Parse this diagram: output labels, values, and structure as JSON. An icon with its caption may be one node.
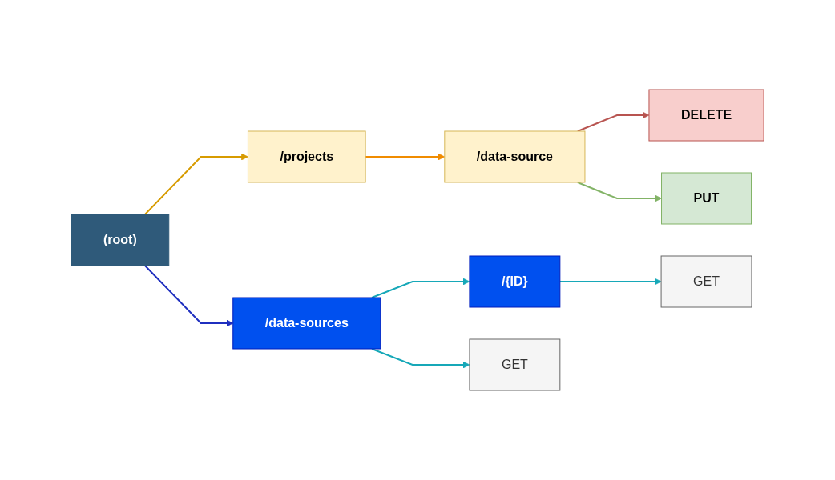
{
  "diagram": {
    "nodes": [
      {
        "text": [
          "(root)"
        ]
      },
      {
        "text": [
          "/projects"
        ]
      },
      {
        "text": [
          "/data-source"
        ]
      },
      {
        "text": [
          "DELETE"
        ]
      },
      {
        "text": [
          "PUT"
        ]
      },
      {
        "text": [
          "/data-sources"
        ]
      },
      {
        "text": [
          "/{ID}"
        ]
      },
      {
        "text": [
          "GET"
        ]
      },
      {
        "text": [
          "GET"
        ]
      }
    ],
    "edges": [
      {
        "from": 0,
        "to": 1,
        "arrow": "to",
        "color": "#d79b00"
      },
      {
        "from": 1,
        "to": 2,
        "arrow": "to",
        "color": "#f08c00"
      },
      {
        "from": 2,
        "to": 3,
        "arrow": "to",
        "color": "#b85450"
      },
      {
        "from": 2,
        "to": 4,
        "arrow": "to",
        "color": "#82b366"
      },
      {
        "from": 0,
        "to": 5,
        "arrow": "to",
        "color": "#1f2fbf"
      },
      {
        "from": 5,
        "to": 6,
        "arrow": "to"
      },
      {
        "from": 6,
        "to": 7,
        "arrow": "to"
      },
      {
        "from": 5,
        "to": 8,
        "arrow": "to"
      }
    ]
  }
}
